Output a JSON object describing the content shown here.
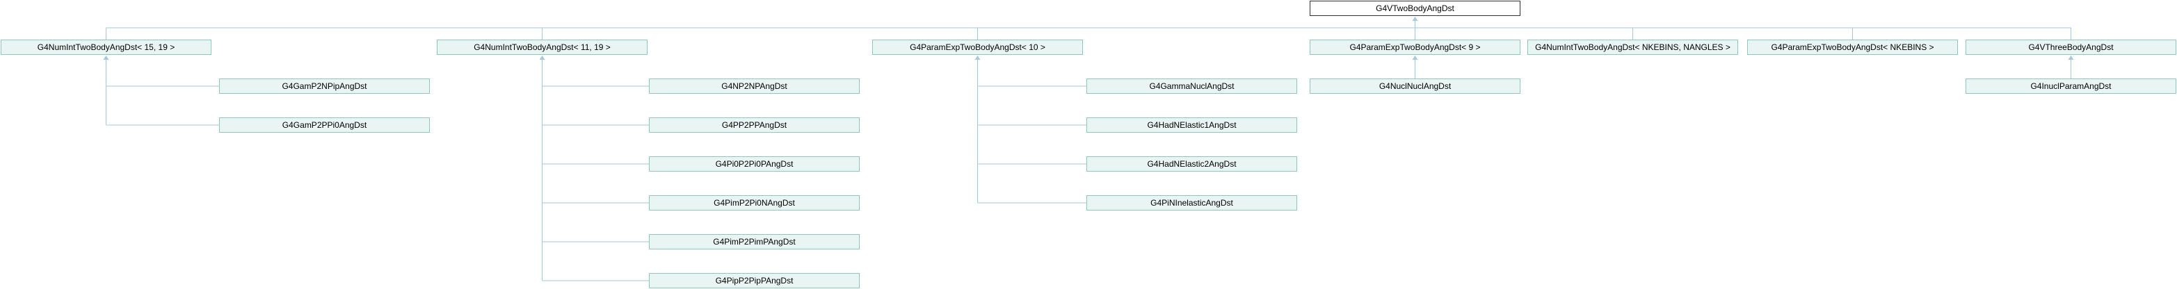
{
  "colors": {
    "node_fill": "#e9f5f2",
    "node_border": "#8fc8c0",
    "root_fill": "#ffffff",
    "root_border": "#333333",
    "line": "#a5c8e1",
    "text": "#000000"
  },
  "diagram": {
    "root": "G4VTwoBodyAngDst",
    "groups": [
      {
        "parent": "G4NumIntTwoBodyAngDst< 15, 19 >",
        "children": [
          "G4GamP2NPipAngDst",
          "G4GamP2PPi0AngDst"
        ]
      },
      {
        "parent": "G4NumIntTwoBodyAngDst< 11, 19 >",
        "children": [
          "G4NP2NPAngDst",
          "G4PP2PPAngDst",
          "G4Pi0P2Pi0PAngDst",
          "G4PimP2Pi0NAngDst",
          "G4PimP2PimPAngDst",
          "G4PipP2PipPAngDst"
        ]
      },
      {
        "parent": "G4ParamExpTwoBodyAngDst< 10 >",
        "children": [
          "G4GammaNuclAngDst",
          "G4HadNElastic1AngDst",
          "G4HadNElastic2AngDst",
          "G4PiNInelasticAngDst"
        ]
      },
      {
        "parent": "G4ParamExpTwoBodyAngDst< 9 >",
        "children": [
          "G4NuclNuclAngDst"
        ]
      },
      {
        "parent": "G4NumIntTwoBodyAngDst< NKEBINS, NANGLES >",
        "children": []
      },
      {
        "parent": "G4ParamExpTwoBodyAngDst< NKEBINS >",
        "children": []
      },
      {
        "parent": "G4VThreeBodyAngDst",
        "children": [
          "G4InuclParamAngDst"
        ],
        "truncated_child": true
      }
    ]
  }
}
